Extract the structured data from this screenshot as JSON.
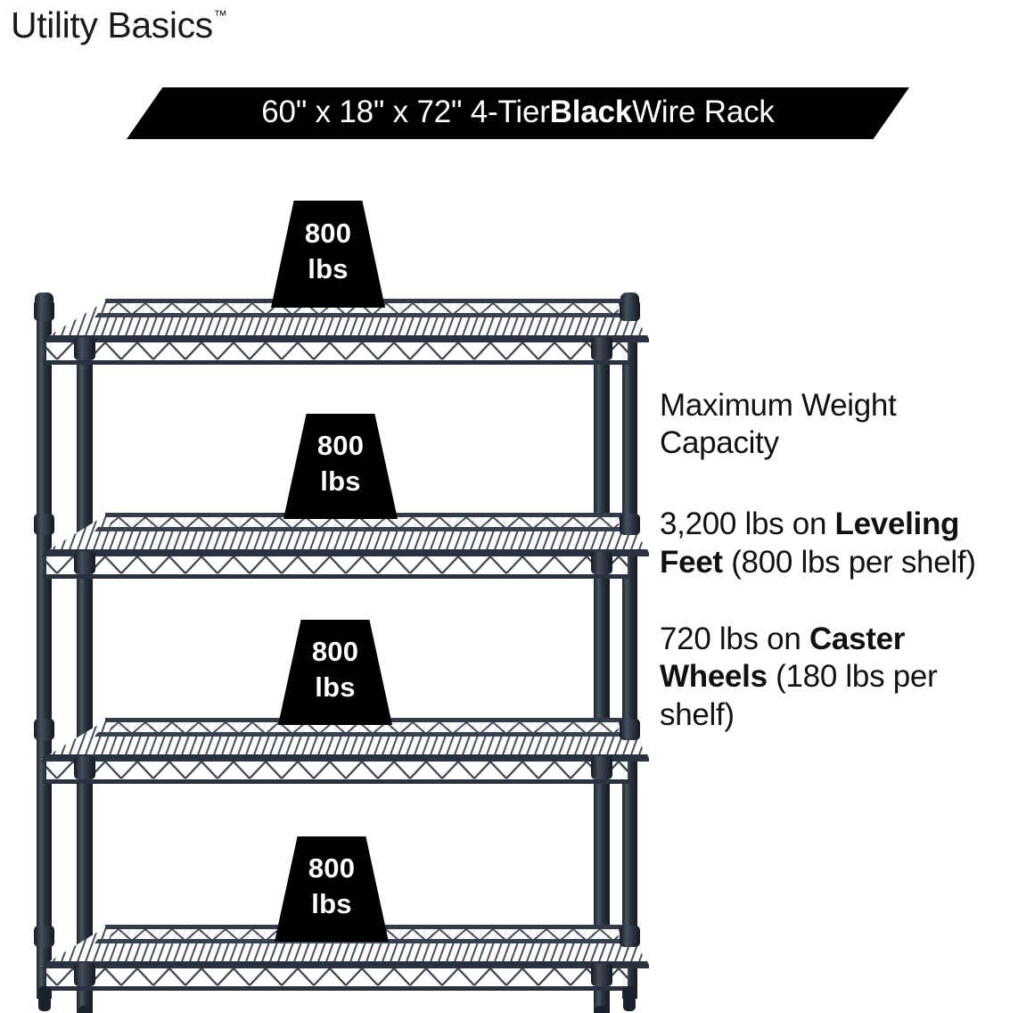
{
  "brand": {
    "name": "Utility Basics",
    "trademark": "™"
  },
  "banner": {
    "text_prefix": "60\" x 18\" x 72\" 4-Tier ",
    "text_emphasis": "Black",
    "text_suffix": " Wire Rack",
    "full_text": "60\" x 18\" x 72\" 4-Tier Black Wire Rack",
    "background_color": "#000000",
    "text_color": "#ffffff"
  },
  "product": {
    "type": "4-tier wire shelving rack",
    "width_in": "60\"",
    "depth_in": "18\"",
    "height_in": "72\"",
    "tiers": 4,
    "finish": "Black",
    "wire_color": "#2c3442"
  },
  "badges": [
    {
      "value": "800",
      "unit": "lbs"
    },
    {
      "value": "800",
      "unit": "lbs"
    },
    {
      "value": "800",
      "unit": "lbs"
    },
    {
      "value": "800",
      "unit": "lbs"
    }
  ],
  "info": {
    "heading": "Maximum Weight Capacity",
    "leveling": {
      "lead": "3,200 lbs on ",
      "emphasis": "Leveling Feet",
      "tail": " (800 lbs per shelf)"
    },
    "caster": {
      "lead": "720 lbs on ",
      "emphasis": "Caster Wheels",
      "tail": " (180 lbs per shelf)"
    }
  }
}
